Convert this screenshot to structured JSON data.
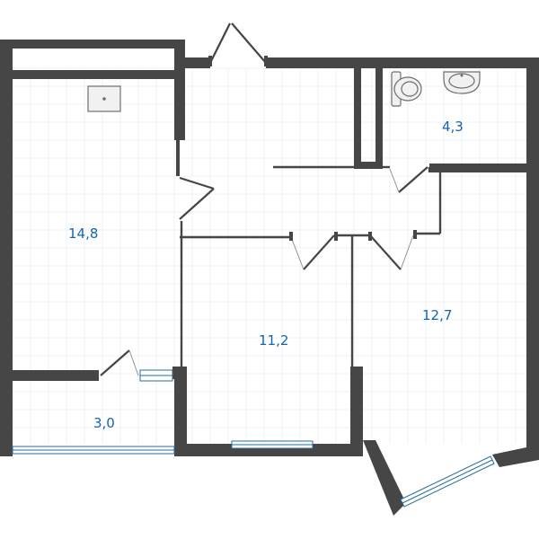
{
  "floorplan": {
    "rooms": [
      {
        "id": "living",
        "area": "14,8"
      },
      {
        "id": "bedroom",
        "area": "11,2"
      },
      {
        "id": "room-right",
        "area": "12,7"
      },
      {
        "id": "bathroom",
        "area": "4,3"
      },
      {
        "id": "balcony",
        "area": "3,0"
      }
    ],
    "colors": {
      "wall": "#464646",
      "label": "#1565b0",
      "window": "#2a6c9a",
      "tile": "#eef0f3"
    }
  }
}
